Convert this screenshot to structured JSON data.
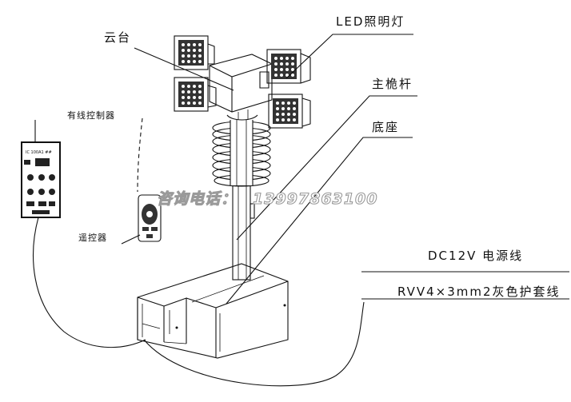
{
  "labels": {
    "pan_tilt_head": "云台",
    "led_light": "LED照明灯",
    "main_mast": "主桅杆",
    "base": "底座",
    "wired_controller": "有线控制器",
    "remote_control": "遥控器",
    "power_cable": "DC12V 电源线",
    "cable_sheath": "RVV4×3mm2灰色护套线"
  },
  "watermark": {
    "prefix": "咨询电话：",
    "phone": "13997863100"
  }
}
